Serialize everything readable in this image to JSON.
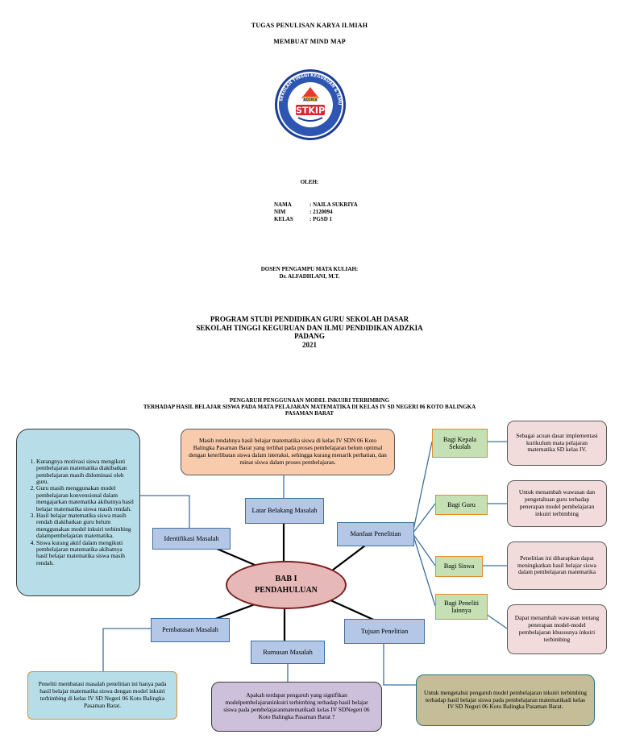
{
  "cover": {
    "title1": "TUGAS PENULISAN KARYA ILMIAH",
    "title2": "MEMBUAT MIND MAP",
    "logo_top_text": "SEKOLAH TINGGI KEGURUAN & ILMU PENDIDIKAN ADZKIA",
    "logo_name": "STKIP",
    "logo_inner": "ADZKIA",
    "oleh": "OLEH:",
    "identity": [
      {
        "key": "NAMA",
        "value": ": NAILA SUKRIYA"
      },
      {
        "key": "NIM",
        "value": ": 2120094"
      },
      {
        "key": "KELAS",
        "value": ": PGSD 1"
      }
    ],
    "dosen_label": "DOSEN PENGAMPU MATA KULIAH:",
    "dosen_name": "Dr. ALFADHLANI, M.T.",
    "program": [
      "PROGRAM STUDI PENDIDIKAN GURU SEKOLAH DASAR",
      "SEKOLAH TINGGI KEGURUAN DAN ILMU PENDIDIKAN ADZKIA",
      "PADANG",
      "2021"
    ]
  },
  "mindmap": {
    "title_lines": [
      "PENGARUH PENGGUNAAN MODEL INKUIRI TERBIMBING",
      "TERHADAP HASIL BELAJAR  SISWA PADA MATA PELAJARAN MATEMATIKA DI KELAS IV SD NEGERI 06 KOTO BALINGKA",
      "PASAMAN BARAT"
    ],
    "center": [
      "BAB I",
      "PENDAHULUAN"
    ],
    "nodes": {
      "latar": "Latar Belakang Masalah",
      "identifikasi": "Identifikasi Masalah",
      "manfaat": "Manfaat Penelitian",
      "pembatasan": "Pembatasan Masalah",
      "rumusan": "Rumusan Masalah",
      "tujuan": "Tujuan Penelitian"
    },
    "benefits": [
      {
        "label": "Bagi Kepala Sekolah",
        "text": "Sebagai acuan dasar implementasi kurikulum mata pelajaran matematika SD kelas IV."
      },
      {
        "label": "Bagi Guru",
        "text": "Untuk menambah wawasan dan pengetahuan guru terhadap penerapan model pembelajaran inkuiri terbimbing"
      },
      {
        "label": "Bagi Siswa",
        "text": "Penelitian ini diharapkan dapat meningkatkan hasil belajar siswa dalam pembelajaran matematika"
      },
      {
        "label": "Bagi Peneliti lainnya",
        "text": "Dapat menambah wawasan tentang penerapan model-model pembelajaran khususnya inkuiri terbimbing"
      }
    ],
    "latar_text": "Masih rendahnya hasil belajar matematika siswa di kelas IV SDN 06 Koto Balingka Pasaman Barat yang terlihat pada proses pembelajaran belum optimal dengan keterlibatan siswa dalam interaksi, sehingga kurang menarik perhatian, dan minat siswa dalam proses pembelajaran.",
    "identifikasi_items": [
      "Kurangnya motivasi siswa mengikuti pembelajaran matematika diakibatkan pembelajaran masih didominasi oleh guru.",
      "Guru masih menggunakan model pembelajaran konvensional dalam mengajarkan matematika akibatnya hasil belajar matematika siswa  masih rendah.",
      "Hasil belajar matematika siswa masih rendah diakibatkan guru belum menggunakan model inkuiri terbimbing dalampembelajaran matematika.",
      "Siswa kurang aktif dalam mengikuti pembelajaran matematika akibatnya hasil belajar matematika siswa masih rendah."
    ],
    "pembatasan_text": "Peneliti membatasi masalah penelitian ini hanya pada hasil belajar matematika siswa dengan model inkuiri terbimbing di kelas IV SD Negeri 06 Koto Balingka Pasaman Barat.",
    "rumusan_text": "Apakah terdapat pengaruh yang signifikan modelpembelajaraninkuiri terbimbing terhadap hasil belajar siswa pada pembelajaranmatematikadi kelas IV SDNegeri 06 Koto Balingka Pasaman Barat ?",
    "tujuan_text": "Untuk mengetahui pengaruh model pembelajaran inkuiri terbimbing terhadap hasil belajar siswa pada pembelajaran matematikadi kelas IV SD Negeri 06 Koto Balingka Pasaman Barat."
  }
}
